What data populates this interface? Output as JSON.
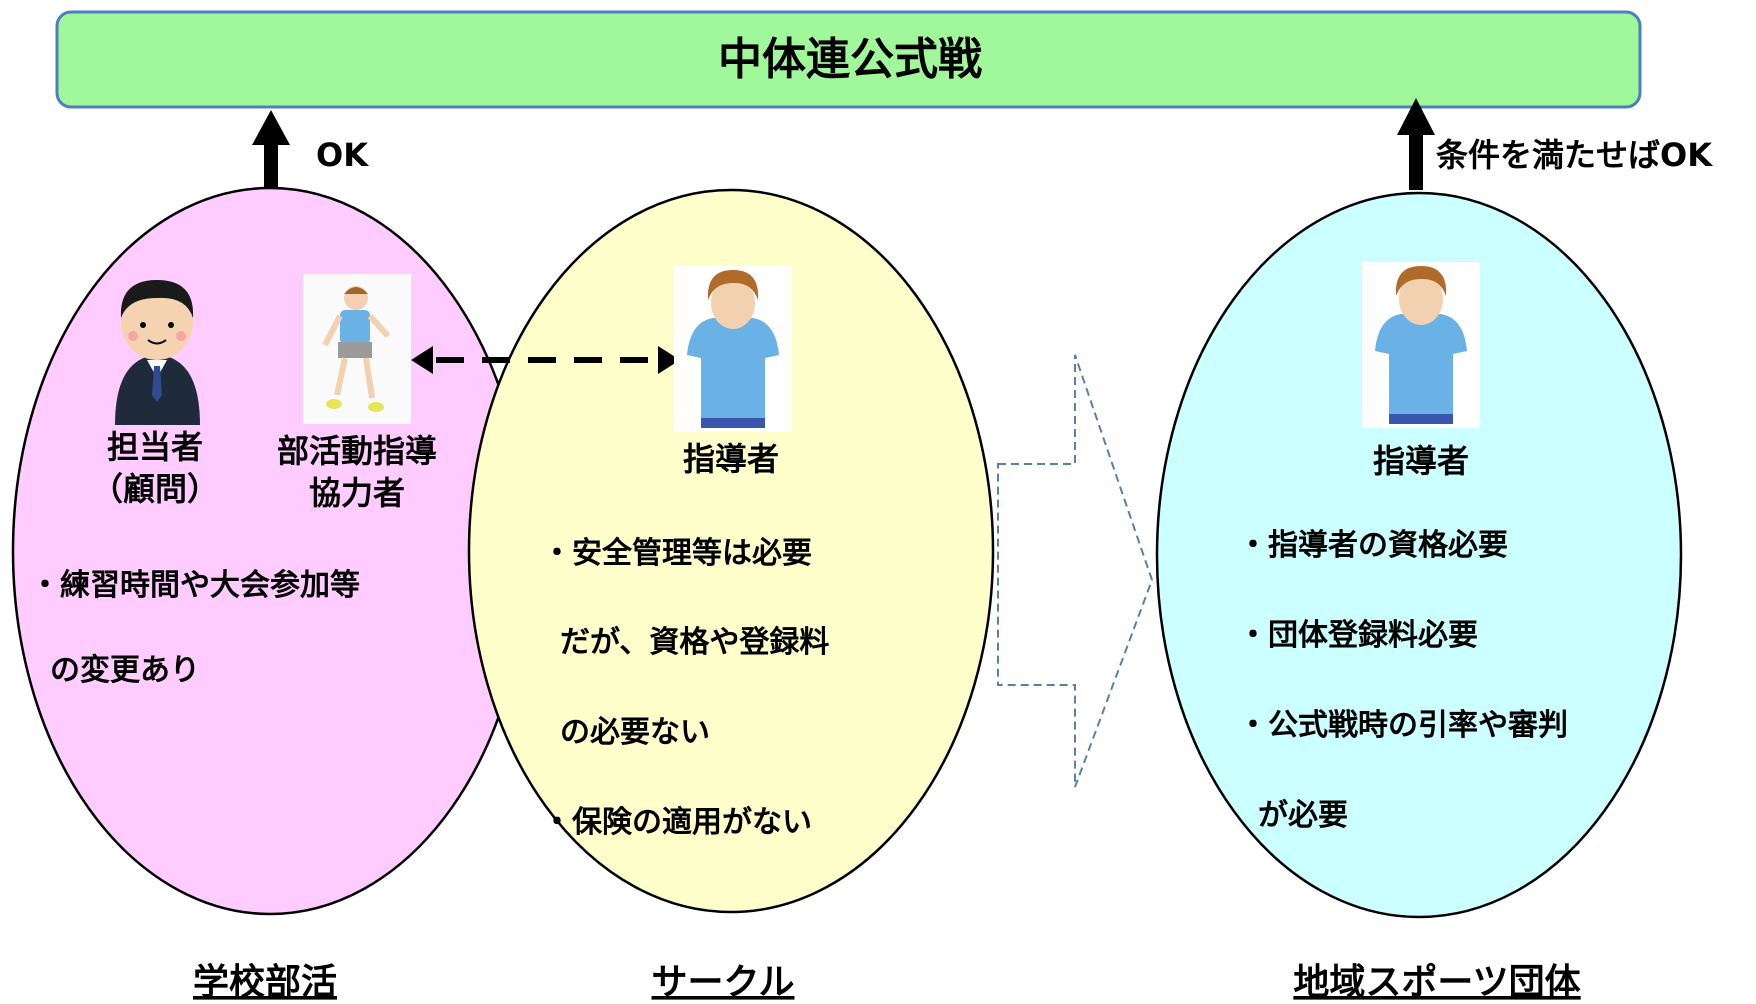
{
  "banner": {
    "title": "中体連公式戦",
    "fill": "#a0f89a",
    "border": "#4d7fc0"
  },
  "arrows": {
    "left_label": "OK",
    "right_label": "条件を満たせばOK"
  },
  "school_club": {
    "fill": "#ffccff",
    "person1": [
      "担当者",
      "（顧問）"
    ],
    "person2": [
      "部活動指導",
      "協力者"
    ],
    "notes": [
      "・練習時間や大会参加等",
      "の変更あり"
    ],
    "section_label": "学校部活"
  },
  "circle": {
    "fill": "#ffffcc",
    "person_label": "指導者",
    "notes": [
      "・安全管理等は必要",
      "だが、資格や登録料",
      "の必要ない",
      "・保険の適用がない"
    ],
    "section_label": "サークル"
  },
  "community_sports": {
    "fill": "#ccffff",
    "person_label": "指導者",
    "notes": [
      "・指導者の資格必要",
      "・団体登録料必要",
      "・公式戦時の引率や審判",
      "が必要"
    ],
    "section_label": "地域スポーツ団体"
  },
  "colors": {
    "outline": "#000000",
    "shift_arrow_border": "#5a7fa8"
  }
}
